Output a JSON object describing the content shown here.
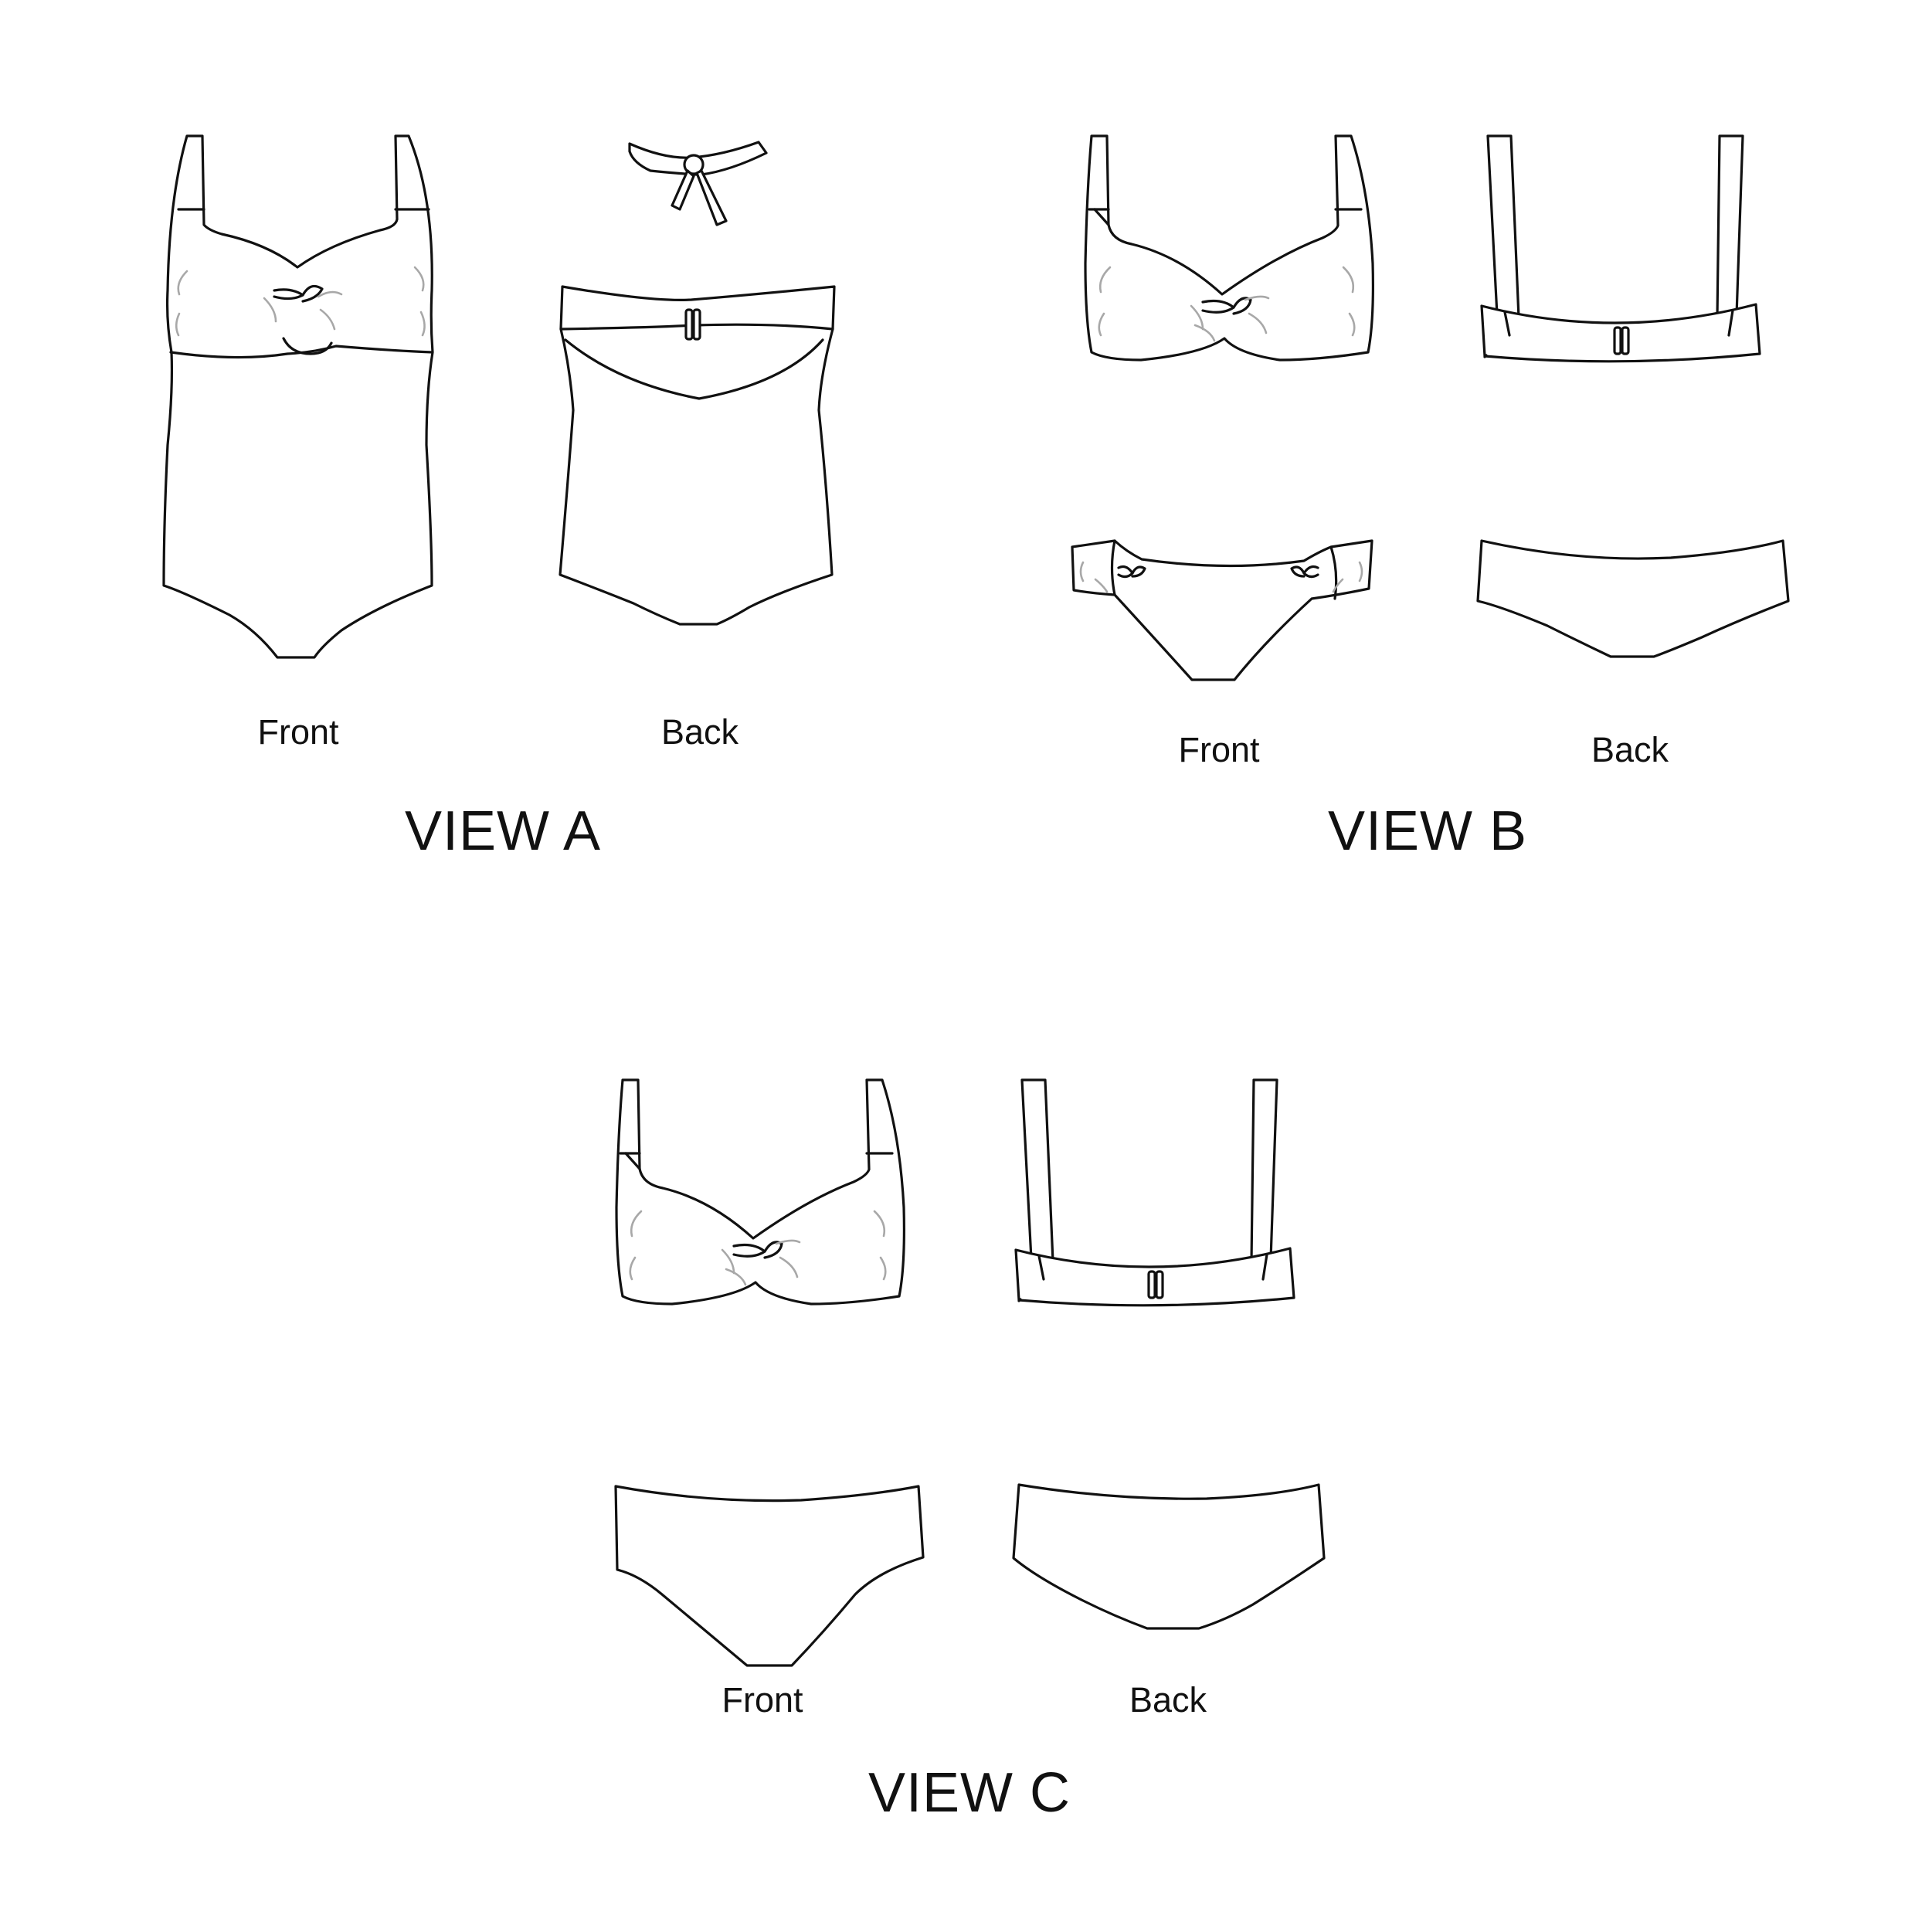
{
  "views": [
    {
      "title": "VIEW A",
      "front_label": "Front",
      "back_label": "Back"
    },
    {
      "title": "VIEW B",
      "front_label": "Front",
      "back_label": "Back"
    },
    {
      "title": "VIEW C",
      "front_label": "Front",
      "back_label": "Back"
    }
  ],
  "colors": {
    "ink": "#111111",
    "gather_lines": "#a8a8a8",
    "background": "#ffffff"
  }
}
